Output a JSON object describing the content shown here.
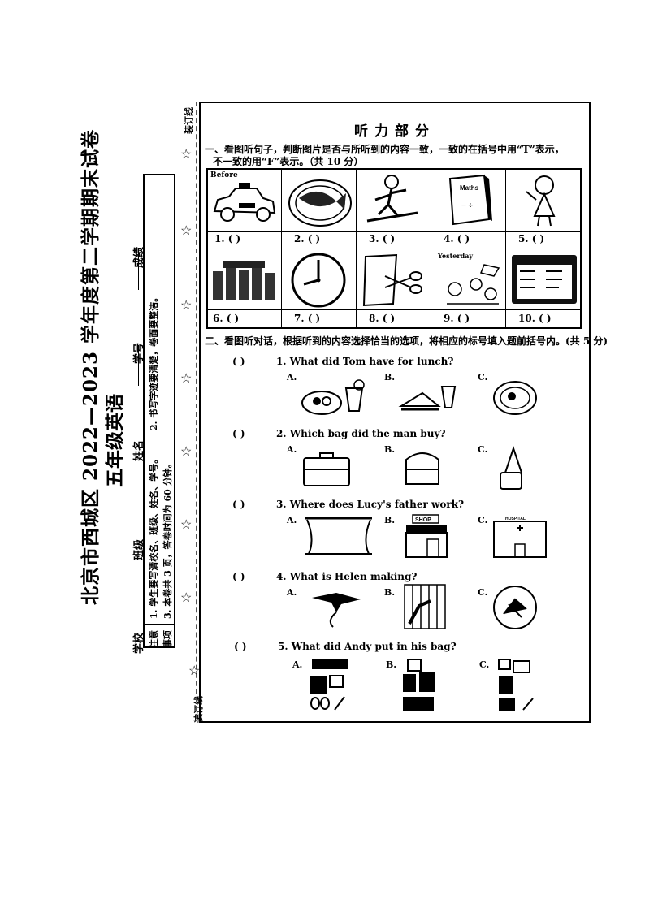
{
  "margin": {
    "title_line1": "北京市西城区 2022—2023 学年度第二学期期末试卷",
    "title_line2": "五年级英语",
    "fields": {
      "school": "学校",
      "class": "班级",
      "name": "姓名",
      "number": "学号",
      "score": "成绩"
    },
    "notes_label": [
      "注意",
      "事项"
    ],
    "notes": [
      "1. 学生要写清校名、班级、姓名、学号。",
      "2. 书写字迹要清楚，卷面要整洁。",
      "3. 本卷共 3 页，答卷时间为 60 分钟。"
    ],
    "binding_line": "装订线"
  },
  "section_title": "听力部分",
  "part1": {
    "instruction_line1": "一、看图听句子，判断图片是否与所听到的内容一致，一致的在括号中用“T”表示，",
    "instruction_line2": "不一致的用“F”表示。（共 10 分）",
    "picture_texts": {
      "before": "Before",
      "maths": "Maths",
      "yesterday": "Yesterday"
    },
    "items": [
      {
        "label": "1. (          )",
        "icon": "taxi-icon"
      },
      {
        "label": "2. (       )",
        "icon": "fish-plate-icon"
      },
      {
        "label": "3. (       )",
        "icon": "skier-icon"
      },
      {
        "label": "4. (       )",
        "icon": "maths-book-icon"
      },
      {
        "label": "5. (       )",
        "icon": "girl-icon"
      },
      {
        "label": "6. (       )",
        "icon": "stonehenge-icon"
      },
      {
        "label": "7. (       )",
        "icon": "clock-icon"
      },
      {
        "label": "8. (       )",
        "icon": "scissors-paper-icon"
      },
      {
        "label": "9. (       )",
        "icon": "party-icon"
      },
      {
        "label": "10. (       )",
        "icon": "train-ticket-icon"
      }
    ]
  },
  "part2": {
    "instruction": "二、看图听对话，根据听到的内容选择恰当的选项，将相应的标号填入题前括号内。(共 5 分)",
    "questions": [
      {
        "bracket": "(          )",
        "text": "1. What did Tom have for lunch?",
        "options": [
          "A.",
          "B.",
          "C."
        ]
      },
      {
        "bracket": "(          )",
        "text": "2. Which bag did the man buy?",
        "options": [
          "A.",
          "B.",
          "C."
        ]
      },
      {
        "bracket": "(          )",
        "text": "3. Where does Lucy's father work?",
        "options": [
          "A.",
          "B.",
          "C."
        ]
      },
      {
        "bracket": "(          )",
        "text": "4. What is Helen making?",
        "options": [
          "A.",
          "B.",
          "C."
        ]
      },
      {
        "bracket": "(          )",
        "text": "5. What did Andy put in his bag?",
        "options": [
          "A.",
          "B.",
          "C."
        ]
      }
    ],
    "picture_texts": {
      "shop": "SHOP",
      "hospital": "HOSPITAL"
    }
  }
}
